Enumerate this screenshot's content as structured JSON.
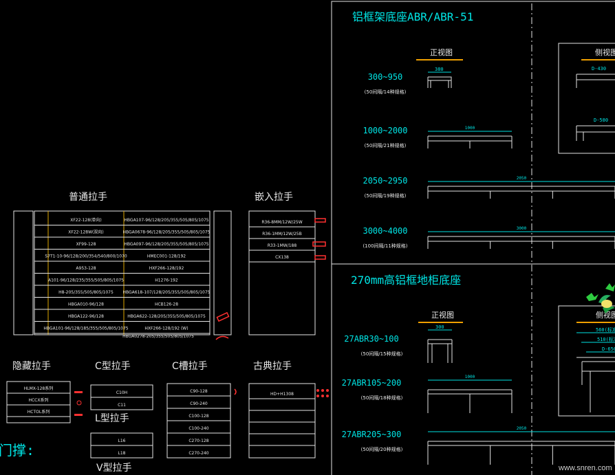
{
  "left": {
    "normal_handle": {
      "title": "普通拉手",
      "left_rows": [
        "XF22-128(单向)",
        "XF22-128W(双向)",
        "XF99-128",
        "S7T1-10-96/128/200/354/540/800/1070",
        "A953-128",
        "A101-96/128/235/355/505/805/1075",
        "H8-205/355/505/805/1075",
        "HBGA010-96/128",
        "HBGA122-96/128",
        "HBGA101-96/128/185/355/505/805/1075"
      ],
      "right_rows": [
        "HBGA107-96/128/205/355/505/805/1075",
        "HBGA0678-96/128/205/355/505/805/1075",
        "HBGA097-96/128/205/355/505/805/1075",
        "HMEC001-128/192",
        "HXF266-128/192",
        "H1276-192",
        "HBGA618-107/128/205/355/505/805/1075",
        "HCB126-28",
        "HBGA622-128/205/355/505/805/1075",
        "HXF266-128/192 (W)"
      ],
      "footer": "HBGA0278-205/355/505/805/1075"
    },
    "embed_handle": {
      "title": "嵌入拉手",
      "rows": [
        "R36-8MM/12W/25W",
        "R36-1MM/12W/25B",
        "R33-1MW/188",
        "CX138"
      ]
    },
    "hidden_handle": {
      "title": "隐藏拉手",
      "rows": [
        "HLMX-128系列",
        "HCCX系列",
        "HCTOL系列"
      ]
    },
    "c_handle": {
      "title": "C型拉手",
      "rows": [
        "C10H",
        "C11"
      ]
    },
    "l_handle": {
      "title": "L型拉手",
      "rows": [
        "L16",
        "L18"
      ]
    },
    "c_groove_handle": {
      "title": "C槽拉手",
      "rows": [
        "C90-128",
        "C90-240",
        "C100-128",
        "C100-240",
        "C270-128",
        "C270-240"
      ]
    },
    "classic_handle": {
      "title": "古典拉手",
      "rows": [
        "HD+H1308"
      ]
    },
    "v_handle": {
      "title": "V型拉手"
    },
    "support_title": "门撑:"
  },
  "right_top": {
    "title": "铝框架底座ABR/ABR-51",
    "front_view": "正视图",
    "side_view": "侧视图",
    "front_dim": "380",
    "side_dims": [
      "D-430",
      "D-580"
    ],
    "rows": [
      {
        "range": "300~950",
        "note": "(50间隔/14种规格)",
        "dim": ""
      },
      {
        "range": "1000~2000",
        "note": "(50间隔/21种规格)",
        "dim": "1000"
      },
      {
        "range": "2050~2950",
        "note": "(50间隔/19种规格)",
        "dim": "2050"
      },
      {
        "range": "3000~4000",
        "note": "(100间隔/11种规格)",
        "dim": "3000"
      }
    ]
  },
  "right_bottom": {
    "title": "270mm高铝框地柜底座",
    "front_view": "正视图",
    "side_view": "侧视图",
    "front_dim": "300",
    "side_dims": [
      "560(标准)",
      "510(标准)",
      "D-650"
    ],
    "rows": [
      {
        "range": "27ABR30~100",
        "note": "(50间隔/15种规格)",
        "dim": ""
      },
      {
        "range": "27ABR105~200",
        "note": "(50间隔/18种规格)",
        "dim": "1000"
      },
      {
        "range": "27ABR205~300",
        "note": "(50间隔/20种规格)",
        "dim": "2050"
      }
    ]
  },
  "watermark": "www.snren.com"
}
